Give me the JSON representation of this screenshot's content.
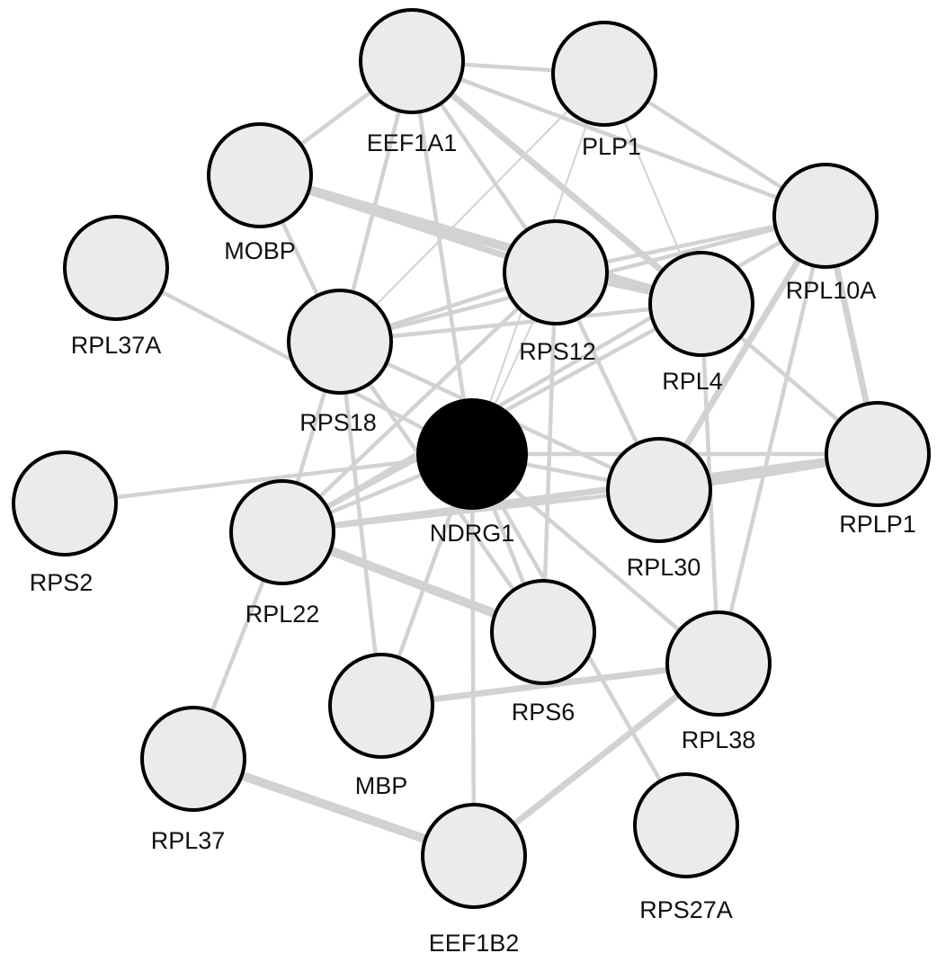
{
  "network": {
    "hub": "NDRG1",
    "nodes": [
      {
        "id": "EEF1A1",
        "label": "EEF1A1"
      },
      {
        "id": "PLP1",
        "label": "PLP1"
      },
      {
        "id": "MOBP",
        "label": "MOBP"
      },
      {
        "id": "RPL10A",
        "label": "RPL10A"
      },
      {
        "id": "RPL37A",
        "label": "RPL37A"
      },
      {
        "id": "RPS12",
        "label": "RPS12"
      },
      {
        "id": "RPL4",
        "label": "RPL4"
      },
      {
        "id": "RPS18",
        "label": "RPS18"
      },
      {
        "id": "NDRG1",
        "label": "NDRG1"
      },
      {
        "id": "RPLP1",
        "label": "RPLP1"
      },
      {
        "id": "RPS2",
        "label": "RPS2"
      },
      {
        "id": "RPL30",
        "label": "RPL30"
      },
      {
        "id": "RPL22",
        "label": "RPL22"
      },
      {
        "id": "RPS6",
        "label": "RPS6"
      },
      {
        "id": "RPL38",
        "label": "RPL38"
      },
      {
        "id": "MBP",
        "label": "MBP"
      },
      {
        "id": "RPL37",
        "label": "RPL37"
      },
      {
        "id": "EEF1B2",
        "label": "EEF1B2"
      },
      {
        "id": "RPS27A",
        "label": "RPS27A"
      }
    ],
    "edges": [
      {
        "source": "EEF1A1",
        "target": "PLP1",
        "weight": 2
      },
      {
        "source": "EEF1A1",
        "target": "MOBP",
        "weight": 2
      },
      {
        "source": "EEF1A1",
        "target": "RPS18",
        "weight": 2
      },
      {
        "source": "EEF1A1",
        "target": "NDRG1",
        "weight": 2
      },
      {
        "source": "EEF1A1",
        "target": "RPS12",
        "weight": 2
      },
      {
        "source": "EEF1A1",
        "target": "RPL4",
        "weight": 3
      },
      {
        "source": "EEF1A1",
        "target": "RPL10A",
        "weight": 2
      },
      {
        "source": "PLP1",
        "target": "RPL10A",
        "weight": 2
      },
      {
        "source": "PLP1",
        "target": "RPL4",
        "weight": 1
      },
      {
        "source": "PLP1",
        "target": "RPS18",
        "weight": 1
      },
      {
        "source": "PLP1",
        "target": "NDRG1",
        "weight": 1
      },
      {
        "source": "MOBP",
        "target": "RPS12",
        "weight": 3
      },
      {
        "source": "MOBP",
        "target": "RPL4",
        "weight": 4
      },
      {
        "source": "MOBP",
        "target": "RPS18",
        "weight": 2
      },
      {
        "source": "RPL37A",
        "target": "NDRG1",
        "weight": 2
      },
      {
        "source": "RPS2",
        "target": "NDRG1",
        "weight": 2
      },
      {
        "source": "RPL10A",
        "target": "RPS12",
        "weight": 2
      },
      {
        "source": "RPL10A",
        "target": "RPLP1",
        "weight": 3
      },
      {
        "source": "RPL10A",
        "target": "RPL30",
        "weight": 3
      },
      {
        "source": "RPL10A",
        "target": "RPS18",
        "weight": 2
      },
      {
        "source": "RPL10A",
        "target": "RPL22",
        "weight": 2
      },
      {
        "source": "RPL10A",
        "target": "RPL38",
        "weight": 2
      },
      {
        "source": "RPS12",
        "target": "RPS18",
        "weight": 2
      },
      {
        "source": "RPS12",
        "target": "RPL4",
        "weight": 2
      },
      {
        "source": "RPS12",
        "target": "NDRG1",
        "weight": 1
      },
      {
        "source": "RPS12",
        "target": "RPL30",
        "weight": 2
      },
      {
        "source": "RPS12",
        "target": "RPS6",
        "weight": 2
      },
      {
        "source": "RPS12",
        "target": "RPL22",
        "weight": 2
      },
      {
        "source": "RPL4",
        "target": "RPLP1",
        "weight": 2
      },
      {
        "source": "RPL4",
        "target": "RPS18",
        "weight": 2
      },
      {
        "source": "RPL4",
        "target": "RPL22",
        "weight": 2
      },
      {
        "source": "RPS18",
        "target": "RPL30",
        "weight": 2
      },
      {
        "source": "RPS18",
        "target": "RPL22",
        "weight": 2
      },
      {
        "source": "RPS18",
        "target": "MBP",
        "weight": 2
      },
      {
        "source": "RPS18",
        "target": "RPS6",
        "weight": 2
      },
      {
        "source": "NDRG1",
        "target": "RPL30",
        "weight": 2
      },
      {
        "source": "NDRG1",
        "target": "RPLP1",
        "weight": 2
      },
      {
        "source": "NDRG1",
        "target": "RPL22",
        "weight": 2
      },
      {
        "source": "NDRG1",
        "target": "RPS6",
        "weight": 2
      },
      {
        "source": "NDRG1",
        "target": "RPL38",
        "weight": 2
      },
      {
        "source": "NDRG1",
        "target": "MBP",
        "weight": 2
      },
      {
        "source": "NDRG1",
        "target": "EEF1B2",
        "weight": 2
      },
      {
        "source": "NDRG1",
        "target": "RPS27A",
        "weight": 2
      },
      {
        "source": "RPLP1",
        "target": "RPL30",
        "weight": 4
      },
      {
        "source": "RPLP1",
        "target": "RPL22",
        "weight": 3
      },
      {
        "source": "RPL30",
        "target": "RPL22",
        "weight": 2
      },
      {
        "source": "RPL22",
        "target": "RPS6",
        "weight": 4
      },
      {
        "source": "RPL22",
        "target": "RPL37",
        "weight": 2
      },
      {
        "source": "RPL38",
        "target": "MBP",
        "weight": 3
      },
      {
        "source": "RPL38",
        "target": "EEF1B2",
        "weight": 3
      },
      {
        "source": "RPL38",
        "target": "RPL4",
        "weight": 2
      },
      {
        "source": "RPL37",
        "target": "EEF1B2",
        "weight": 4
      }
    ]
  },
  "colors": {
    "edge": "#d2d2d2",
    "node_fill": "#ebebeb",
    "node_stroke": "#000000",
    "hub_fill": "#000000",
    "label": "#111111"
  }
}
